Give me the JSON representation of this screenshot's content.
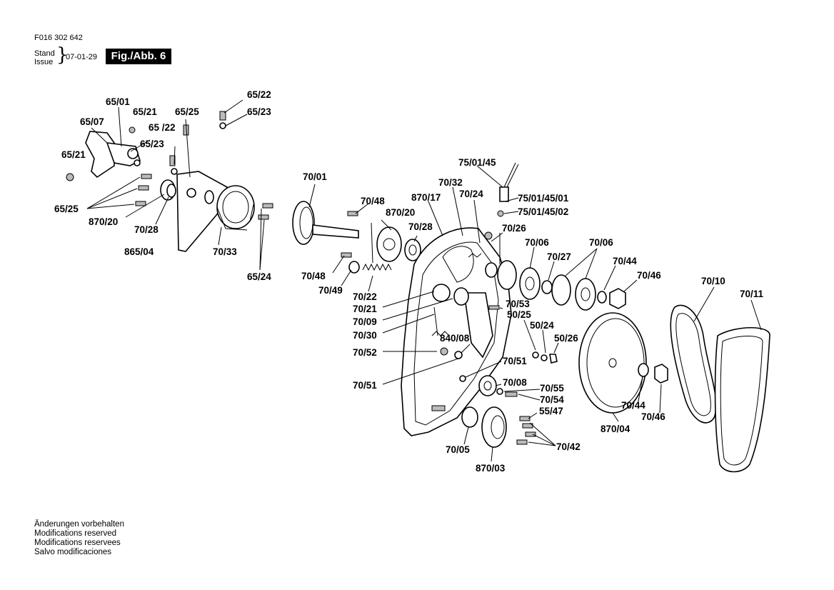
{
  "header": {
    "doc_code": "F016 302 642",
    "stand_label": "Stand",
    "issue_label": "Issue",
    "date": "07-01-29",
    "figure_badge": "Fig./Abb. 6"
  },
  "footer": {
    "notes": [
      "Änderungen vorbehalten",
      "Modifications reserved",
      "Modifications reservees",
      "Salvo modificaciones"
    ]
  },
  "parts": {
    "p65_01": "65/01",
    "p65_21a": "65/21",
    "p65_25a": "65/25",
    "p65_22a": "65/22",
    "p65_23a": "65/23",
    "p65_07": "65/07",
    "p65_22b": "65 /22",
    "p65_23b": "65/23",
    "p65_21b": "65/21",
    "p65_25b": "65/25",
    "p870_20a": "870/20",
    "p70_28a": "70/28",
    "p865_04": "865/04",
    "p70_33": "70/33",
    "p65_24": "65/24",
    "p70_01": "70/01",
    "p70_48a": "70/48",
    "p870_20b": "870/20",
    "p70_28b": "70/28",
    "p70_48b": "70/48",
    "p70_49": "70/49",
    "p70_22": "70/22",
    "p70_21": "70/21",
    "p70_09": "70/09",
    "p70_30": "70/30",
    "p70_52": "70/52",
    "p70_51a": "70/51",
    "p840_08": "840/08",
    "p70_51b": "70/51",
    "p70_32": "70/32",
    "p870_17": "870/17",
    "p70_24": "70/24",
    "p75_01_45": "75/01/45",
    "p75_01_45_01": "75/01/45/01",
    "p75_01_45_02": "75/01/45/02",
    "p70_26": "70/26",
    "p70_06a": "70/06",
    "p70_06b": "70/06",
    "p70_27": "70/27",
    "p70_44a": "70/44",
    "p70_46a": "70/46",
    "p70_53": "70/53",
    "p50_25": "50/25",
    "p50_24": "50/24",
    "p50_26": "50/26",
    "p70_08": "70/08",
    "p70_55": "70/55",
    "p70_54": "70/54",
    "p55_47": "55/47",
    "p70_42": "70/42",
    "p70_05": "70/05",
    "p870_03": "870/03",
    "p870_04": "870/04",
    "p70_44b": "70/44",
    "p70_46b": "70/46",
    "p70_10": "70/10",
    "p70_11": "70/11"
  }
}
